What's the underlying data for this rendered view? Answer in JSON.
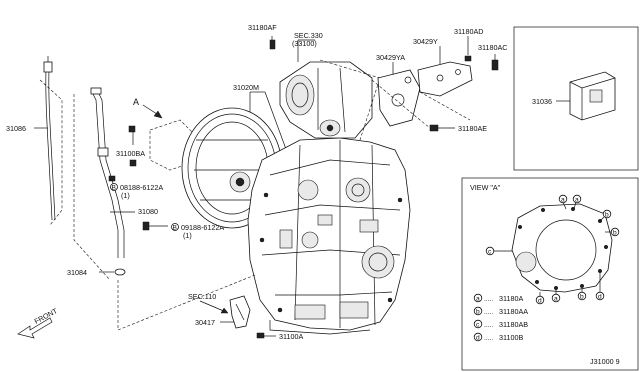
{
  "labels": {
    "p31180AF": "31180AF",
    "sec330": "SEC.330",
    "sec330sub": "(33100)",
    "p30429Y": "30429Y",
    "p31180AD": "31180AD",
    "p31180AC": "31180AC",
    "p30429YA": "30429YA",
    "p31020M": "31020M",
    "p31036": "31036",
    "p31086": "31086",
    "arrowA": "A",
    "p31100BA": "31100BA",
    "p31180AE": "31180AE",
    "bolt1": "08188-6122A",
    "bolt1qty": "(1)",
    "p31080": "31080",
    "bolt2": "09188-6122A",
    "bolt2qty": "(1)",
    "p31084": "31084",
    "sec110": "SEC.110",
    "p30417": "30417",
    "p31100A": "31100A",
    "front": "FRONT",
    "diagramCode": "J31000 9",
    "viewTitle": "VIEW \"A\""
  },
  "legend": [
    {
      "letter": "a",
      "part": "31180A"
    },
    {
      "letter": "b",
      "part": "31180AA"
    },
    {
      "letter": "c",
      "part": "31180AB"
    },
    {
      "letter": "d",
      "part": "31100B"
    }
  ],
  "viewMarkers": {
    "topLetters": [
      "a",
      "a"
    ],
    "rightLetters": [
      "b",
      "b"
    ],
    "leftLetter": "c",
    "bottomLetters": [
      "d",
      "a",
      "b",
      "d"
    ]
  },
  "colors": {
    "ink": "#111111",
    "paper": "#ffffff",
    "shade": "#e9e9e9"
  }
}
